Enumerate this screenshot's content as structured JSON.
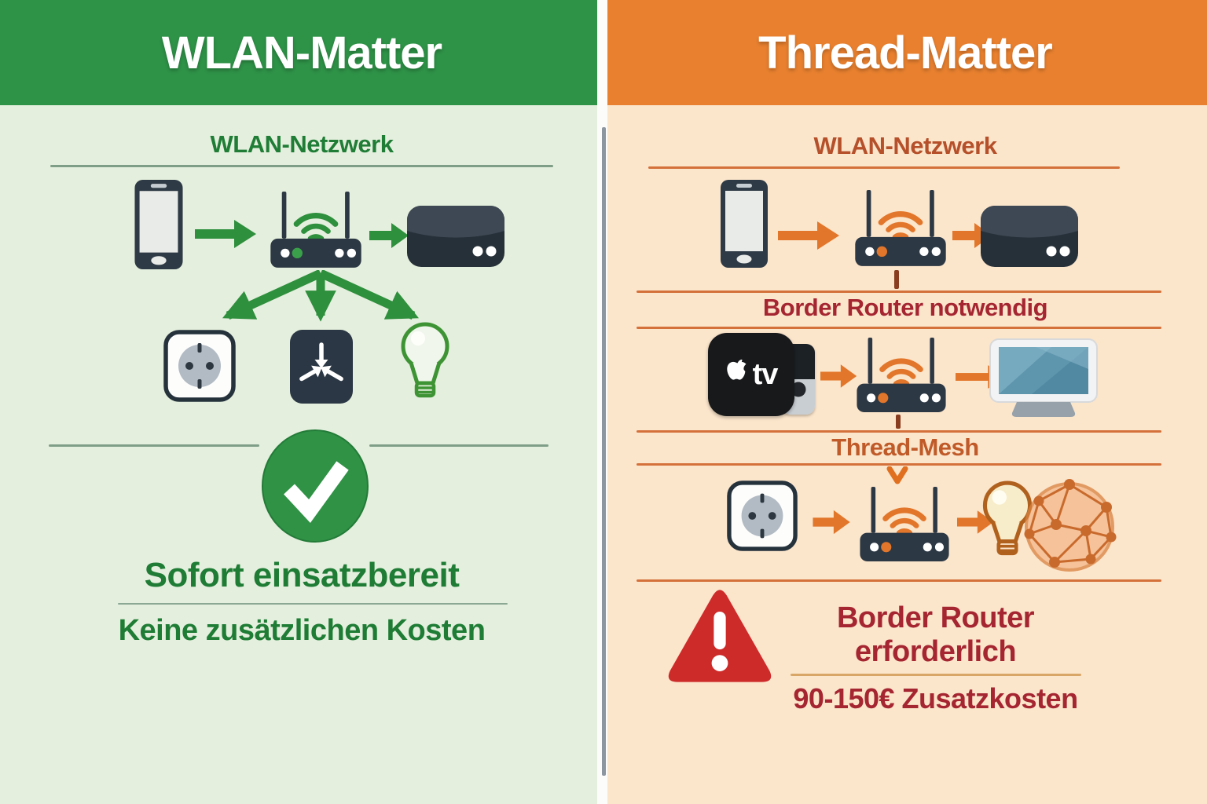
{
  "left": {
    "title": "WLAN-Matter",
    "network_label": "WLAN-Netzwerk",
    "status_title": "Sofort einsatzbereit",
    "status_subtitle": "Keine zusätzlichen Kosten",
    "flow_row": [
      "smartphone",
      "arrow-right",
      "wifi-router",
      "arrow-right",
      "smart-home-hub"
    ],
    "device_row": [
      "power-socket",
      "matter-hub",
      "light-bulb"
    ],
    "result_icon": "check-circle"
  },
  "right": {
    "title": "Thread-Matter",
    "network_label": "WLAN-Netzwerk",
    "border_router_note": "Border Router notwendig",
    "mesh_label": "Thread-Mesh",
    "warning_title": "Border Router erforderlich",
    "warning_cost": "90-150€ Zusatzkosten",
    "appletv_text": "tv",
    "flow_row_1": [
      "smartphone",
      "arrow-right",
      "wifi-router",
      "arrow-right",
      "smart-home-hub"
    ],
    "flow_row_2": [
      "apple-tv",
      "arrow-right",
      "wifi-router",
      "arrow-right",
      "smart-display"
    ],
    "flow_row_3": [
      "power-socket",
      "arrow-right",
      "wifi-router",
      "arrow-right",
      "light-bulb",
      "mesh-network"
    ],
    "result_icon": "warning-triangle"
  },
  "colors": {
    "green_banner": "#2e9247",
    "green_text": "#1e7c35",
    "green_bg": "#e4efdd",
    "green_accent": "#2e8f3d",
    "orange_banner": "#e8802f",
    "orange_bg": "#fbe5cb",
    "rust_text": "#b5502a",
    "dark_red_text": "#a52531",
    "orange_accent": "#e2762a",
    "warning_red": "#cd2a2a",
    "device_slate": "#2c3844",
    "divider_gray": "#8c96a1"
  }
}
